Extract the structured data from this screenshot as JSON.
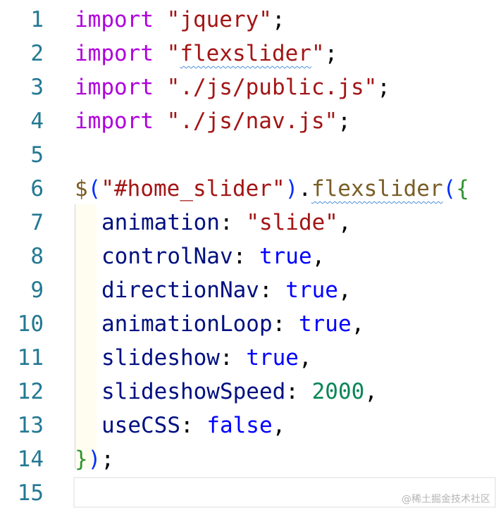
{
  "lines": [
    {
      "n": "1",
      "tokens": [
        [
          "import",
          "kw"
        ],
        [
          " ",
          ""
        ],
        [
          "\"jquery\"",
          "str"
        ],
        [
          ";",
          "punc"
        ]
      ]
    },
    {
      "n": "2",
      "tokens": [
        [
          "import",
          "kw"
        ],
        [
          " ",
          ""
        ],
        [
          "\"",
          "str"
        ],
        [
          "flexslider",
          "str squiggle"
        ],
        [
          "\"",
          "str"
        ],
        [
          ";",
          "punc"
        ]
      ]
    },
    {
      "n": "3",
      "tokens": [
        [
          "import",
          "kw"
        ],
        [
          " ",
          ""
        ],
        [
          "\"./js/public.js\"",
          "str"
        ],
        [
          ";",
          "punc"
        ]
      ]
    },
    {
      "n": "4",
      "tokens": [
        [
          "import",
          "kw"
        ],
        [
          " ",
          ""
        ],
        [
          "\"./js/nav.js\"",
          "str"
        ],
        [
          ";",
          "punc"
        ]
      ]
    },
    {
      "n": "5",
      "tokens": []
    },
    {
      "n": "6",
      "tokens": [
        [
          "$",
          "fn"
        ],
        [
          "(",
          "brace-blue"
        ],
        [
          "\"#home_slider\"",
          "str"
        ],
        [
          ")",
          "brace-blue"
        ],
        [
          ".",
          "punc"
        ],
        [
          "flexslider",
          "fn squiggle"
        ],
        [
          "(",
          "brace-blue"
        ],
        [
          "{",
          "brace-green"
        ]
      ]
    },
    {
      "n": "7",
      "indent": true,
      "tokens": [
        [
          "animation",
          "prop"
        ],
        [
          ": ",
          "punc"
        ],
        [
          "\"slide\"",
          "str"
        ],
        [
          ",",
          "punc"
        ]
      ]
    },
    {
      "n": "8",
      "indent": true,
      "tokens": [
        [
          "controlNav",
          "prop"
        ],
        [
          ": ",
          "punc"
        ],
        [
          "true",
          "bool"
        ],
        [
          ",",
          "punc"
        ]
      ]
    },
    {
      "n": "9",
      "indent": true,
      "tokens": [
        [
          "directionNav",
          "prop"
        ],
        [
          ": ",
          "punc"
        ],
        [
          "true",
          "bool"
        ],
        [
          ",",
          "punc"
        ]
      ]
    },
    {
      "n": "10",
      "indent": true,
      "tokens": [
        [
          "animationLoop",
          "prop"
        ],
        [
          ": ",
          "punc"
        ],
        [
          "true",
          "bool"
        ],
        [
          ",",
          "punc"
        ]
      ]
    },
    {
      "n": "11",
      "indent": true,
      "tokens": [
        [
          "slideshow",
          "prop"
        ],
        [
          ": ",
          "punc"
        ],
        [
          "true",
          "bool"
        ],
        [
          ",",
          "punc"
        ]
      ]
    },
    {
      "n": "12",
      "indent": true,
      "tokens": [
        [
          "slideshowSpeed",
          "prop"
        ],
        [
          ": ",
          "punc"
        ],
        [
          "2000",
          "num"
        ],
        [
          ",",
          "punc"
        ]
      ]
    },
    {
      "n": "13",
      "indent": true,
      "tokens": [
        [
          "useCSS",
          "prop"
        ],
        [
          ": ",
          "punc"
        ],
        [
          "false",
          "bool"
        ],
        [
          ",",
          "punc"
        ]
      ]
    },
    {
      "n": "14",
      "tokens": [
        [
          "}",
          "brace-green"
        ],
        [
          ")",
          "brace-blue"
        ],
        [
          ";",
          "punc"
        ]
      ]
    },
    {
      "n": "15",
      "tokens": []
    }
  ],
  "watermark": "@稀土掘金技术社区",
  "colors": {
    "line_number": "#237893",
    "keyword": "#af00db",
    "string": "#a31515",
    "property": "#001080",
    "boolean": "#0000ff",
    "number": "#098658",
    "function": "#795e26"
  }
}
